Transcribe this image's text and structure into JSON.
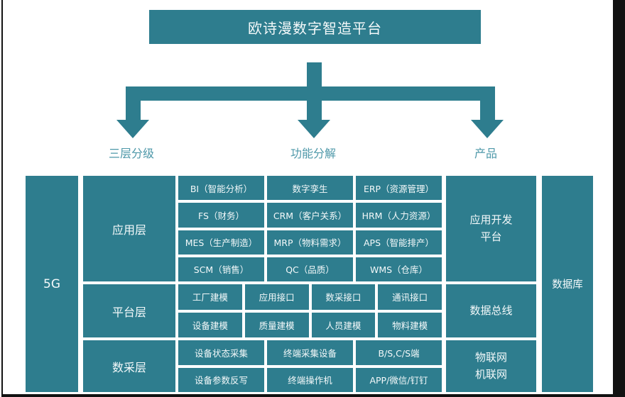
{
  "title": "欧诗漫数字智造平台",
  "branch_labels": {
    "left": "三层分级",
    "middle": "功能分解",
    "right": "产品"
  },
  "side": {
    "left_column": "5G",
    "right_column": "数据库"
  },
  "layers": {
    "application": {
      "label": "应用层",
      "right_box": "应用开发\n平台",
      "cells": [
        [
          "BI（智能分析）",
          "数字孪生",
          "ERP（资源管理）"
        ],
        [
          "FS（财务）",
          "CRM（客户关系）",
          "HRM（人力资源）"
        ],
        [
          "MES（生产制造）",
          "MRP（物料需求）",
          "APS（智能排产）"
        ],
        [
          "SCM（销售）",
          "QC（品质）",
          "WMS（仓库）"
        ]
      ]
    },
    "platform": {
      "label": "平台层",
      "right_box": "数据总线",
      "cells": [
        [
          "工厂建模",
          "应用接口",
          "数采接口",
          "通讯接口"
        ],
        [
          "设备建模",
          "质量建模",
          "人员建模",
          "物料建模"
        ]
      ]
    },
    "data_acquisition": {
      "label": "数采层",
      "right_box": "物联网\n机联网",
      "cells": [
        [
          "设备状态采集",
          "终端采集设备",
          "B/S,C/S端"
        ],
        [
          "设备参数反写",
          "终端操作机",
          "APP/微信/钉钉"
        ]
      ]
    }
  },
  "colors": {
    "box_teal": "#2e7d8e",
    "branch_label_text": "#4e98a9",
    "box_text": "#f4f9fa",
    "frame_black": "#121212",
    "background": "#ffffff"
  }
}
